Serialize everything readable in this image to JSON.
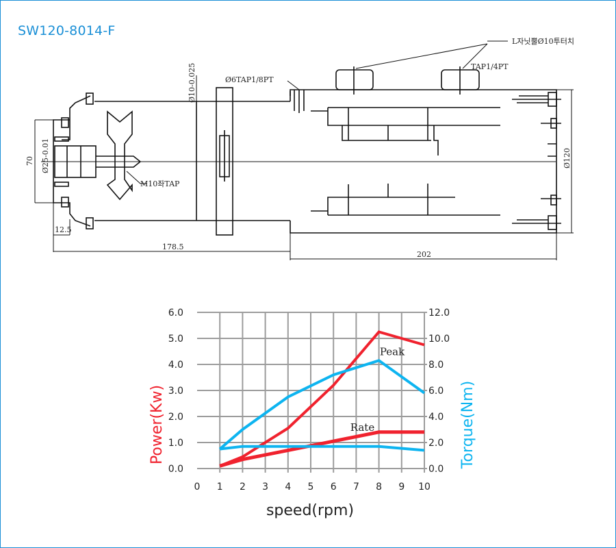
{
  "title": "SW120-8014-F",
  "drawing": {
    "labels": {
      "dim_70": "70",
      "dim_bore_25": "Ø25-0.01",
      "dim_bore_10": "Ø10-0.025",
      "tap_6": "Ø6TAP1/8PT",
      "m10": "M10좌TAP",
      "l_fitting": "L자닛뿔Ø10투터치",
      "tap_14": "TAP1/4PT",
      "dim_120": "Ø120",
      "dim_12_5": "12.5",
      "dim_178_5": "178.5",
      "dim_202": "202"
    }
  },
  "chart_data": {
    "type": "line",
    "xlabel": "speed(rpm)",
    "ylabel": "Power(Kw)",
    "y2label": "Torque(Nm)",
    "x_ticks": [
      "0",
      "1",
      "2",
      "3",
      "4",
      "5",
      "6",
      "7",
      "8",
      "9",
      "10"
    ],
    "y_ticks": [
      "0.0",
      "1.0",
      "2.0",
      "3.0",
      "4.0",
      "5.0",
      "6.0"
    ],
    "y2_ticks": [
      "0.0",
      "2.0",
      "4.0",
      "6.0",
      "8.0",
      "10.0",
      "12.0"
    ],
    "xlim": [
      0,
      10
    ],
    "ylim": [
      0,
      6
    ],
    "y2lim": [
      0,
      12
    ],
    "grid": true,
    "annotations": [
      {
        "text": "Peak",
        "x": 8.4,
        "y": 4.35
      },
      {
        "text": "Rate",
        "x": 7.1,
        "y": 1.45
      }
    ],
    "colors": {
      "power": "#f0222e",
      "torque": "#0db4f0",
      "grid": "#9c9c9c"
    },
    "series": [
      {
        "name": "Peak Power",
        "axis": "left",
        "color": "#f0222e",
        "x": [
          1,
          2,
          4,
          6,
          8,
          10
        ],
        "values": [
          0.1,
          0.45,
          1.55,
          3.2,
          5.25,
          4.75
        ]
      },
      {
        "name": "Rate Power",
        "axis": "left",
        "color": "#f0222e",
        "x": [
          1,
          2,
          4,
          6,
          8,
          10
        ],
        "values": [
          0.1,
          0.35,
          0.7,
          1.05,
          1.4,
          1.4
        ]
      },
      {
        "name": "Peak Torque",
        "axis": "right",
        "color": "#0db4f0",
        "x": [
          1,
          2,
          4,
          6,
          8,
          10
        ],
        "values": [
          1.5,
          3.0,
          5.5,
          7.2,
          8.3,
          5.8
        ]
      },
      {
        "name": "Rate Torque",
        "axis": "right",
        "color": "#0db4f0",
        "x": [
          1,
          2,
          4,
          6,
          8,
          10
        ],
        "values": [
          1.5,
          1.7,
          1.7,
          1.7,
          1.7,
          1.4
        ]
      }
    ]
  }
}
